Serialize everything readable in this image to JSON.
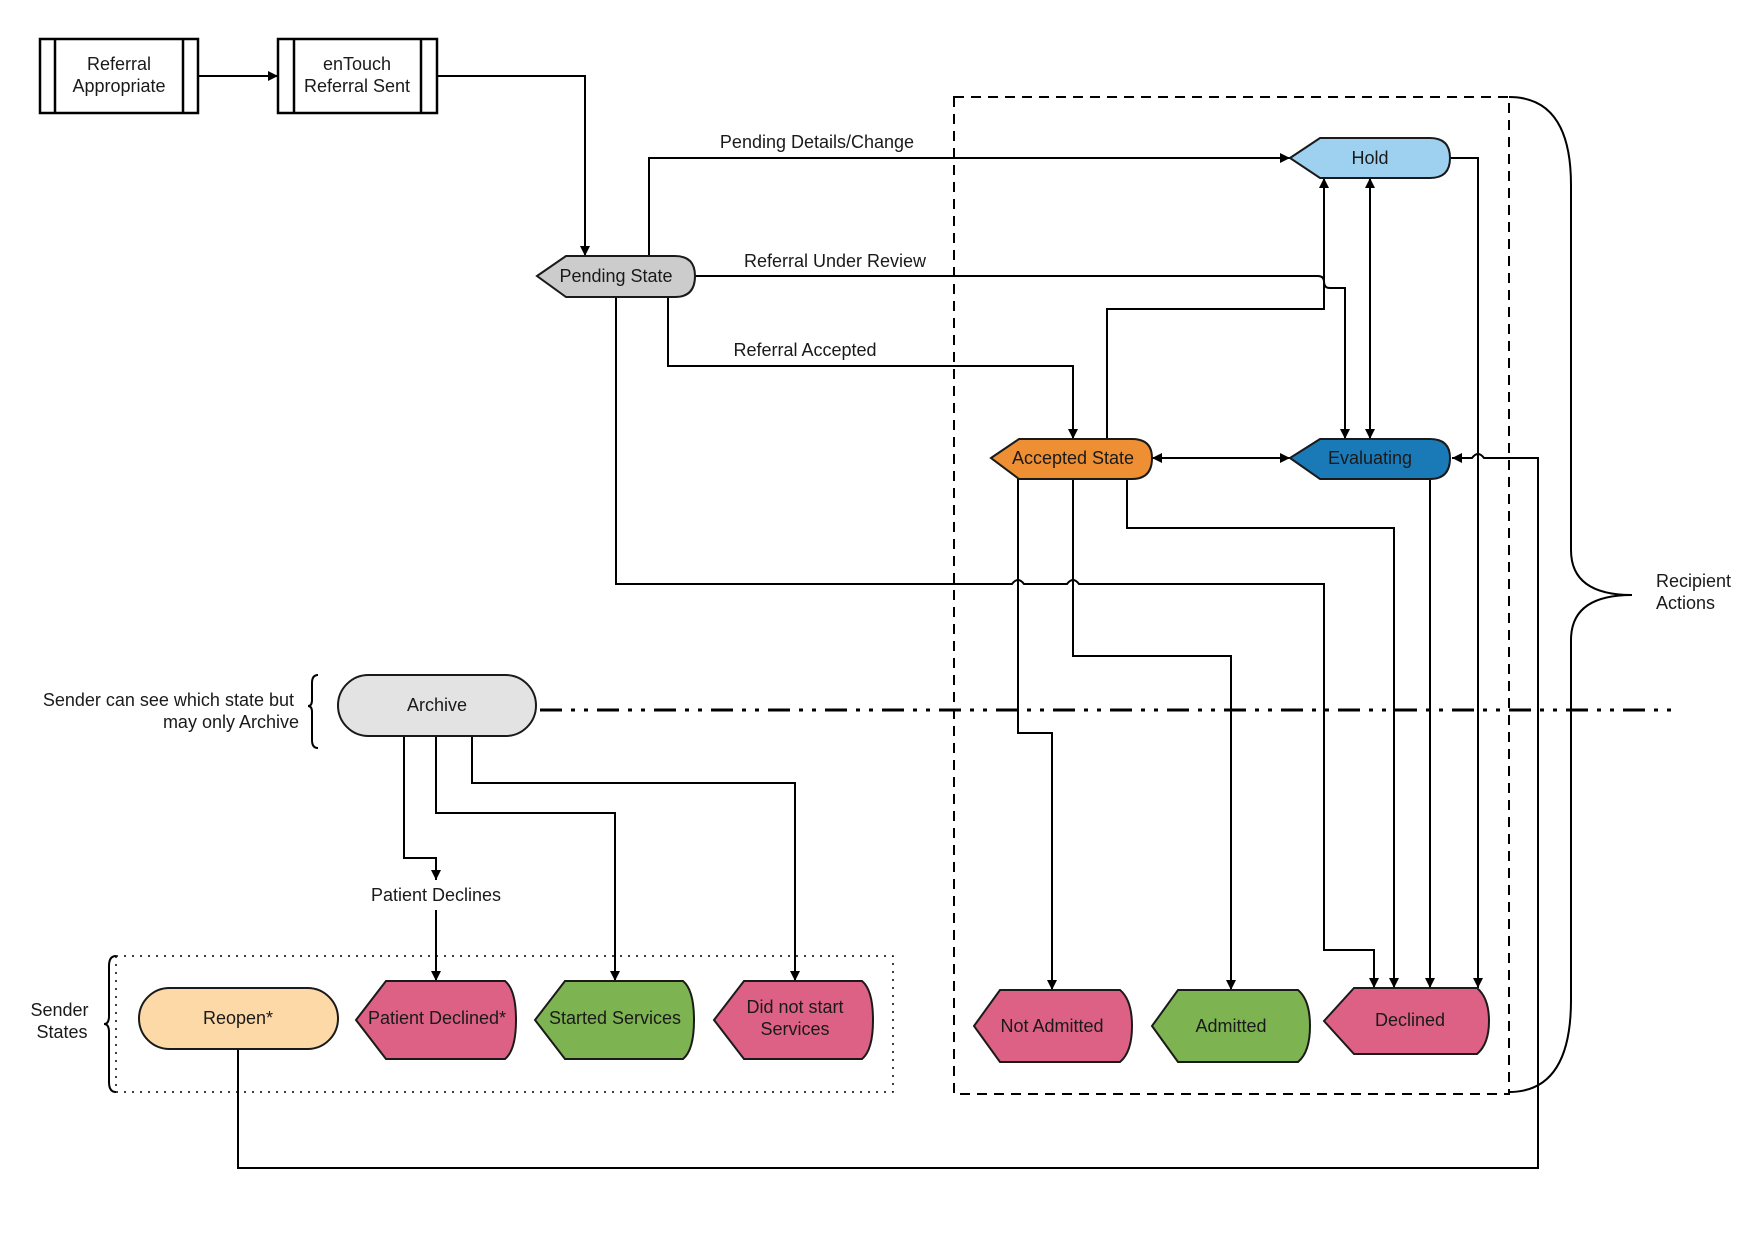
{
  "title": "Referral state flow",
  "process_steps": {
    "referral_appropriate": [
      "Referral",
      "Appropriate"
    ],
    "entouch_sent": [
      "enTouch",
      "Referral Sent"
    ]
  },
  "states": {
    "pending": "Pending State",
    "hold": "Hold",
    "evaluating": "Evaluating",
    "accepted": "Accepted State",
    "not_admitted": "Not Admitted",
    "admitted": "Admitted",
    "declined": "Declined",
    "archive": "Archive",
    "reopen": "Reopen*",
    "patient_declined": "Patient Declined*",
    "started_services": "Started Services",
    "did_not_start": [
      "Did not start",
      "Services"
    ]
  },
  "edge_labels": {
    "pending_details": "Pending Details/Change",
    "under_review": "Referral Under Review",
    "accepted": "Referral Accepted",
    "patient_declines": "Patient Declines"
  },
  "annotations": {
    "recipient_actions": [
      "Recipient",
      "Actions"
    ],
    "sender_archive": [
      "Sender can see which state but",
      "may only Archive"
    ],
    "sender_states": [
      "Sender",
      "States"
    ]
  },
  "colors": {
    "pending": "#cccccc",
    "hold": "#9dd1ef",
    "evaluating": "#1a7ab8",
    "accepted": "#ee8f33",
    "negative": "#dd6185",
    "positive": "#7db350",
    "archive": "#e3e3e3",
    "reopen": "#fdd9a8"
  }
}
